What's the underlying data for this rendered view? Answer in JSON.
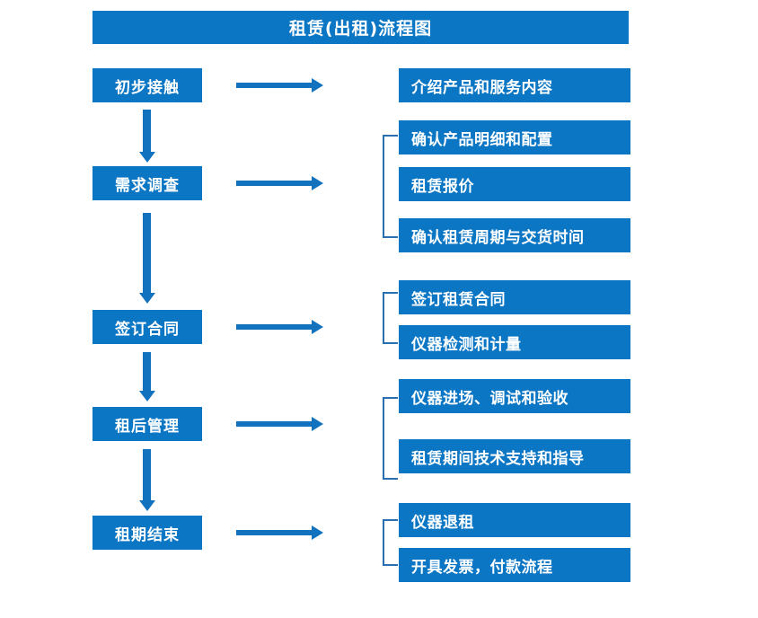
{
  "header": {
    "title": "租赁(出租)流程图"
  },
  "colors": {
    "primary": "#0b76c4",
    "arrow": "#1272bd",
    "bracket": "#2a6faf",
    "background": "#ffffff",
    "text_on_primary": "#ffffff"
  },
  "stages": [
    {
      "label": "初步接触"
    },
    {
      "label": "需求调查"
    },
    {
      "label": "签订合同"
    },
    {
      "label": "租后管理"
    },
    {
      "label": "租期结束"
    }
  ],
  "details": [
    {
      "label": "介绍产品和服务内容"
    },
    {
      "label": "确认产品明细和配置"
    },
    {
      "label": "租赁报价"
    },
    {
      "label": "确认租赁周期与交货时间"
    },
    {
      "label": "签订租赁合同"
    },
    {
      "label": "仪器检测和计量"
    },
    {
      "label": "仪器进场、调试和验收"
    },
    {
      "label": "租赁期间技术支持和指导"
    },
    {
      "label": "仪器退租"
    },
    {
      "label": "开具发票，付款流程"
    }
  ],
  "connectors": {
    "vertical_arrow_icon": "arrow-down-icon",
    "horizontal_arrow_icon": "arrow-right-icon",
    "bracket_icon": "group-bracket-icon"
  }
}
